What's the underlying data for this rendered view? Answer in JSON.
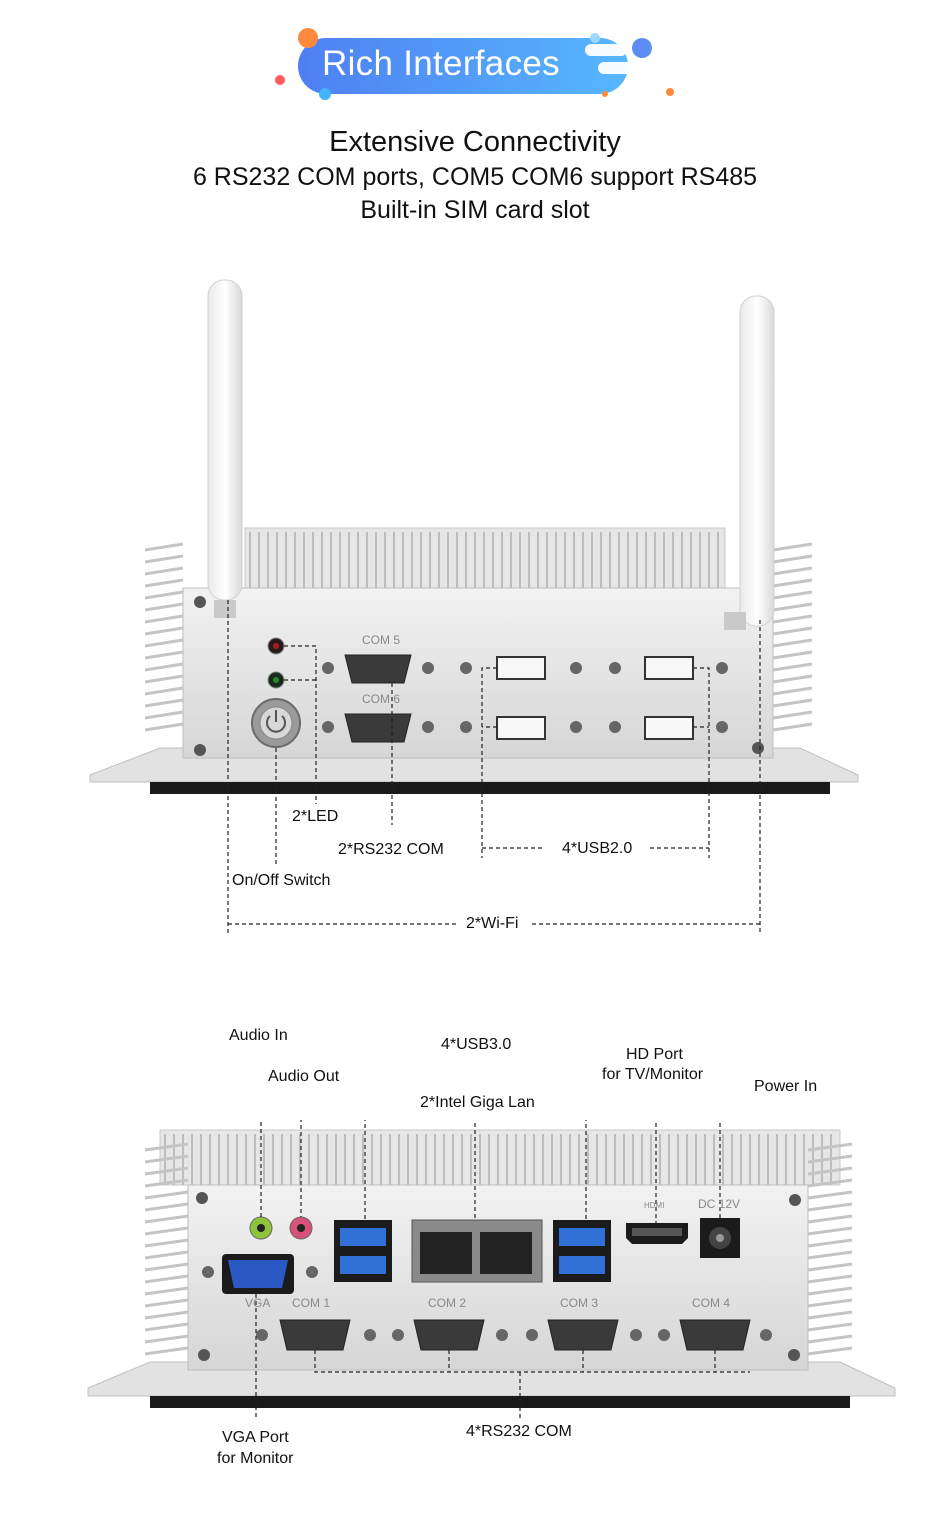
{
  "banner": {
    "title": "Rich Interfaces",
    "gradient_start": "#4f7ff2",
    "gradient_end": "#56b8ff",
    "dot_colors": [
      "#ff8a3d",
      "#ff5c5c",
      "#3fb6ff"
    ]
  },
  "heading": {
    "line1": "Extensive Connectivity",
    "line2": "6 RS232 COM ports, COM5 COM6 support RS485",
    "line3": "Built-in SIM card slot"
  },
  "front_panel": {
    "port_prints": {
      "com5": "COM 5",
      "com6": "COM 6"
    },
    "labels": {
      "led": "2*LED",
      "rs232": "2*RS232 COM",
      "usb20": "4*USB2.0",
      "switch": "On/Off Switch",
      "wifi": "2*Wi-Fi"
    },
    "led_colors": [
      "#a02020",
      "#1e8f2a"
    ]
  },
  "back_panel": {
    "port_prints": {
      "vga": "VGA",
      "com1": "COM 1",
      "com2": "COM 2",
      "com3": "COM 3",
      "com4": "COM 4",
      "dc": "DC 12V",
      "hdmi": "HDMI"
    },
    "labels": {
      "audio_in": "Audio In",
      "audio_out": "Audio Out",
      "usb30": "4*USB3.0",
      "lan": "2*Intel Giga Lan",
      "hd_line1": "HD Port",
      "hd_line2": "for TV/Monitor",
      "power": "Power In",
      "vga_line1": "VGA Port",
      "vga_line2": "for Monitor",
      "rs232": "4*RS232 COM"
    },
    "colors": {
      "usb3": "#2f6fd6",
      "vga": "#2b59c3",
      "audio_in": "#8fc33a",
      "audio_out": "#d9507a"
    }
  }
}
